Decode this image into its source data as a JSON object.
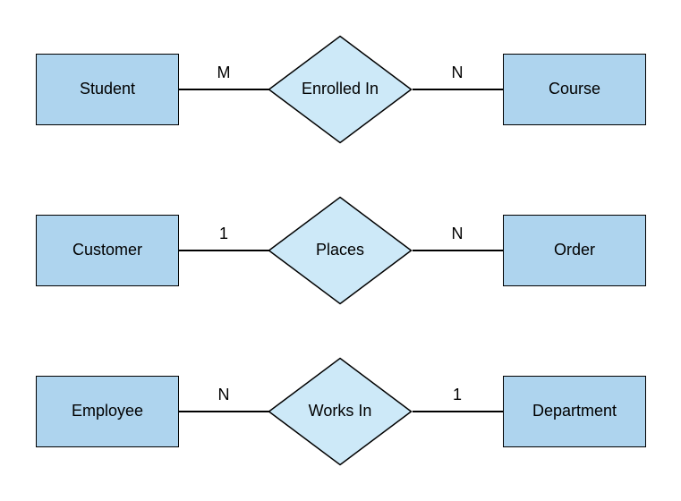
{
  "colors": {
    "background": "#ffffff",
    "entity_fill": "#aed4ee",
    "relationship_fill": "#cde9f8",
    "stroke": "#000000",
    "text": "#000000"
  },
  "rows": [
    {
      "left_entity": "Student",
      "left_cardinality": "M",
      "relationship": "Enrolled In",
      "right_cardinality": "N",
      "right_entity": "Course"
    },
    {
      "left_entity": "Customer",
      "left_cardinality": "1",
      "relationship": "Places",
      "right_cardinality": "N",
      "right_entity": "Order"
    },
    {
      "left_entity": "Employee",
      "left_cardinality": "N",
      "relationship": "Works In",
      "right_cardinality": "1",
      "right_entity": "Department"
    }
  ]
}
